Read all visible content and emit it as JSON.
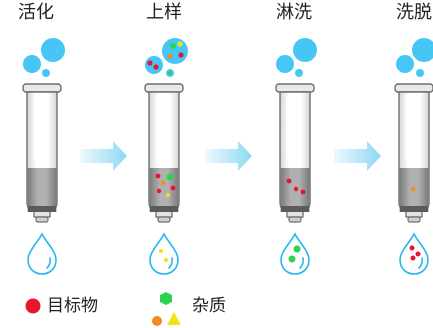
{
  "steps": [
    {
      "label": "活化"
    },
    {
      "label": "上样"
    },
    {
      "label": "淋洗"
    },
    {
      "label": "洗脱"
    }
  ],
  "legend": {
    "target_label": "目标物",
    "impurity_label": "杂质"
  },
  "colors": {
    "target": "#e6162d",
    "impurity_green": "#2fd150",
    "impurity_orange": "#f08c1e",
    "impurity_yellow": "#f2e21a",
    "droplet": "#29b6f0",
    "arrow": "#8ed8f4",
    "packing": "#9e9e9e"
  }
}
